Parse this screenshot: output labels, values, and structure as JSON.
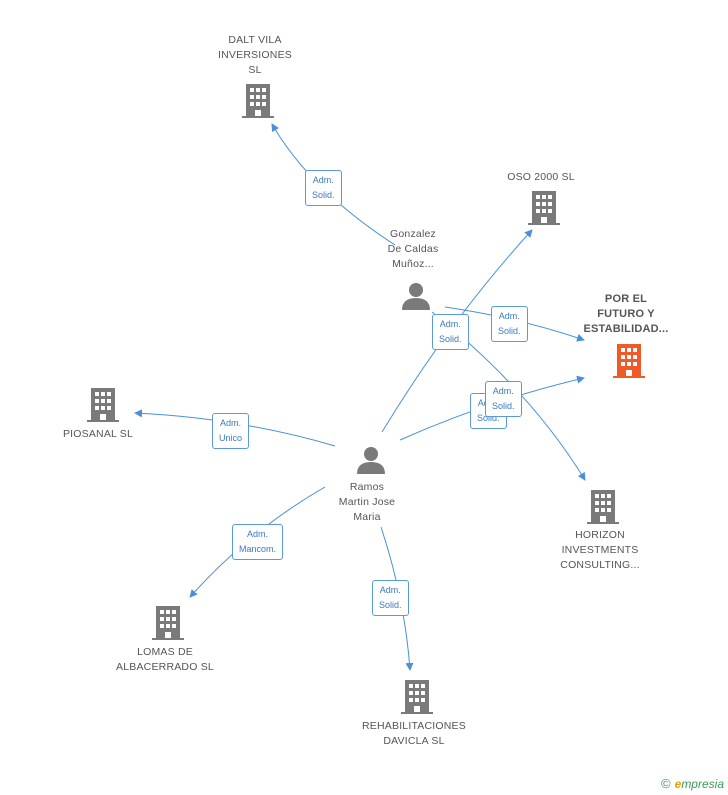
{
  "colors": {
    "edge": "#4a90d9",
    "company": "#7a7a7a",
    "focus_company": "#f05a28",
    "person": "#7a7a7a"
  },
  "nodes": {
    "dalt_vila": {
      "lines": [
        "DALT VILA",
        "INVERSIONES",
        "SL"
      ],
      "icon": "building-icon"
    },
    "oso_2000": {
      "lines": [
        "OSO 2000 SL"
      ],
      "icon": "building-icon"
    },
    "gonzalez": {
      "lines": [
        "Gonzalez",
        "De Caldas",
        "Muñoz..."
      ],
      "icon": "person-icon"
    },
    "por_el_futuro": {
      "lines": [
        "POR EL",
        "FUTURO Y",
        "ESTABILIDAD..."
      ],
      "icon": "building-icon"
    },
    "piosanal": {
      "lines": [
        "PIOSANAL SL"
      ],
      "icon": "building-icon"
    },
    "ramos": {
      "lines": [
        "Ramos",
        "Martin Jose",
        "Maria"
      ],
      "icon": "person-icon"
    },
    "horizon": {
      "lines": [
        "HORIZON",
        "INVESTMENTS",
        "CONSULTING..."
      ],
      "icon": "building-icon"
    },
    "lomas": {
      "lines": [
        "LOMAS DE",
        "ALBACERRADO SL"
      ],
      "icon": "building-icon"
    },
    "rehabilitaciones": {
      "lines": [
        "REHABILITACIONES",
        "DAVICLA SL"
      ],
      "icon": "building-icon"
    }
  },
  "edges": {
    "e1": {
      "lines": [
        "Adm.",
        "Solid."
      ]
    },
    "e2": {
      "lines": [
        "Adm.",
        "Solid."
      ]
    },
    "e3": {
      "lines": [
        "Adm.",
        "Solid."
      ]
    },
    "e4": {
      "lines": [
        "Adm.",
        "Solid."
      ]
    },
    "e5": {
      "lines": [
        "Adm.",
        "Solid."
      ]
    },
    "e6": {
      "lines": [
        "Adm.",
        "Unico"
      ]
    },
    "e7": {
      "lines": [
        "Adm.",
        "Mancom."
      ]
    },
    "e8": {
      "lines": [
        "Adm.",
        "Solid."
      ]
    }
  },
  "footer": {
    "copyright": "©",
    "brand_e": "e",
    "brand_rest": "mpresia"
  }
}
